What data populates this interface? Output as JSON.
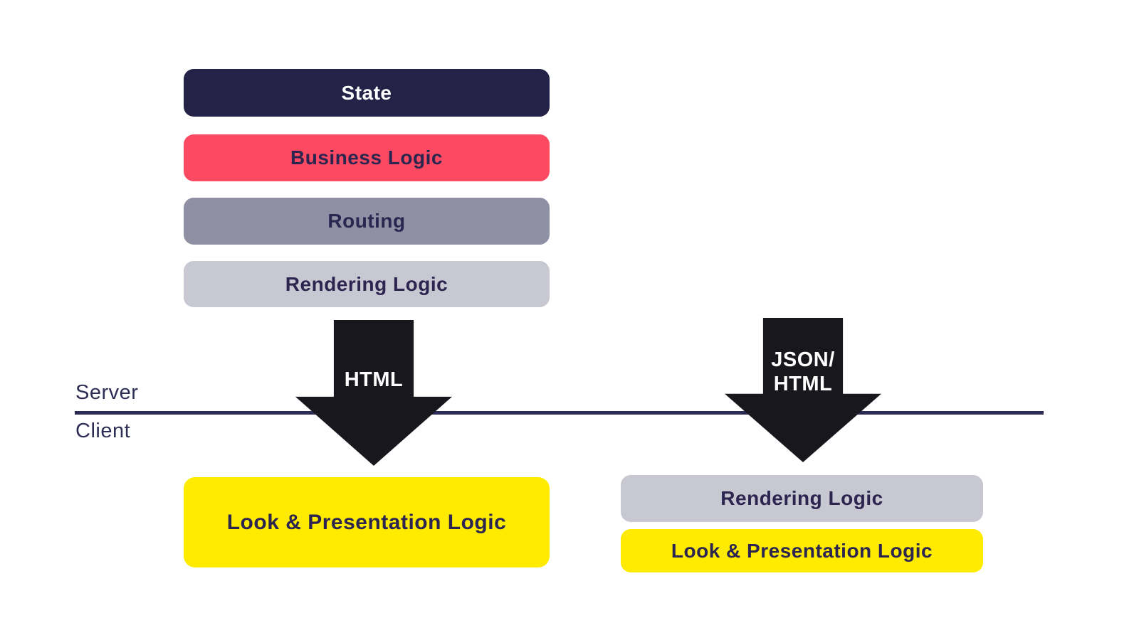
{
  "server_stack": [
    {
      "label": "State",
      "bg": "#252247",
      "text_color": "#ffffff"
    },
    {
      "label": "Business Logic",
      "bg": "#fc4a62",
      "text_color": "#2b2550"
    },
    {
      "label": "Routing",
      "bg": "#8f90a3",
      "text_color": "#2b2550"
    },
    {
      "label": "Rendering Logic",
      "bg": "#c8c8d2",
      "text_color": "#2b2550"
    }
  ],
  "divider": {
    "server_label": "Server",
    "client_label": "Client",
    "line_color": "#2b2b55"
  },
  "arrows": [
    {
      "name": "html-arrow",
      "line1": "HTML"
    },
    {
      "name": "json-html-arrow",
      "line1": "JSON/",
      "line2": "HTML"
    }
  ],
  "client_left_stack": [
    {
      "label": "Look & Presentation Logic",
      "bg": "#ffeb00",
      "text_color": "#2b2550"
    }
  ],
  "client_right_stack": [
    {
      "label": "Rendering Logic",
      "bg": "#c8c8d2",
      "text_color": "#2b2550"
    },
    {
      "label": "Look & Presentation Logic",
      "bg": "#ffeb00",
      "text_color": "#2b2550"
    }
  ],
  "colors": {
    "background": "#ffffff",
    "navy": "#252247",
    "pink": "#fc4a62",
    "gray_medium": "#8f90a3",
    "gray_light": "#c8c8d2",
    "yellow": "#ffeb00",
    "arrow_black": "#17171d",
    "divider_navy": "#2b2b55",
    "label_navy": "#2d2d55"
  }
}
